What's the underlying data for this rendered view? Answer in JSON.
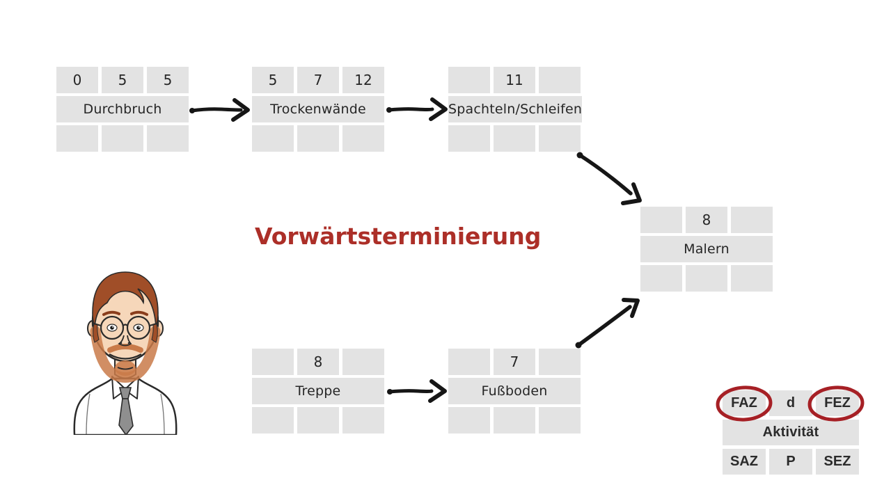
{
  "title": {
    "text": "Vorwärtsterminierung",
    "color": "#ac2f28"
  },
  "diagram_type": "project-network-precedence-diagram",
  "nodes": [
    {
      "name": "Durchbruch",
      "faz": "0",
      "d": "5",
      "fez": "5",
      "saz": "",
      "p": "",
      "sez": ""
    },
    {
      "name": "Trockenwände",
      "faz": "5",
      "d": "7",
      "fez": "12",
      "saz": "",
      "p": "",
      "sez": ""
    },
    {
      "name": "Spachteln/Schleifen",
      "faz": "",
      "d": "11",
      "fez": "",
      "saz": "",
      "p": "",
      "sez": ""
    },
    {
      "name": "Malern",
      "faz": "",
      "d": "8",
      "fez": "",
      "saz": "",
      "p": "",
      "sez": ""
    },
    {
      "name": "Treppe",
      "faz": "",
      "d": "8",
      "fez": "",
      "saz": "",
      "p": "",
      "sez": ""
    },
    {
      "name": "Fußboden",
      "faz": "",
      "d": "7",
      "fez": "",
      "saz": "",
      "p": "",
      "sez": ""
    }
  ],
  "edges": [
    {
      "from": "Durchbruch",
      "to": "Trockenwände"
    },
    {
      "from": "Trockenwände",
      "to": "Spachteln/Schleifen"
    },
    {
      "from": "Spachteln/Schleifen",
      "to": "Malern"
    },
    {
      "from": "Treppe",
      "to": "Fußboden"
    },
    {
      "from": "Fußboden",
      "to": "Malern"
    }
  ],
  "legend": {
    "faz": "FAZ",
    "d": "d",
    "fez": "FEZ",
    "activity": "Aktivität",
    "saz": "SAZ",
    "p": "P",
    "sez": "SEZ",
    "highlighted": [
      "FAZ",
      "FEZ"
    ],
    "highlight_color": "#a62025"
  },
  "colors": {
    "background": "#ffffff",
    "cell": "#e3e3e3",
    "arrow": "#161616",
    "node_text": "#262626",
    "title_red": "#ac2f28",
    "legend_circle_red": "#a62025"
  }
}
